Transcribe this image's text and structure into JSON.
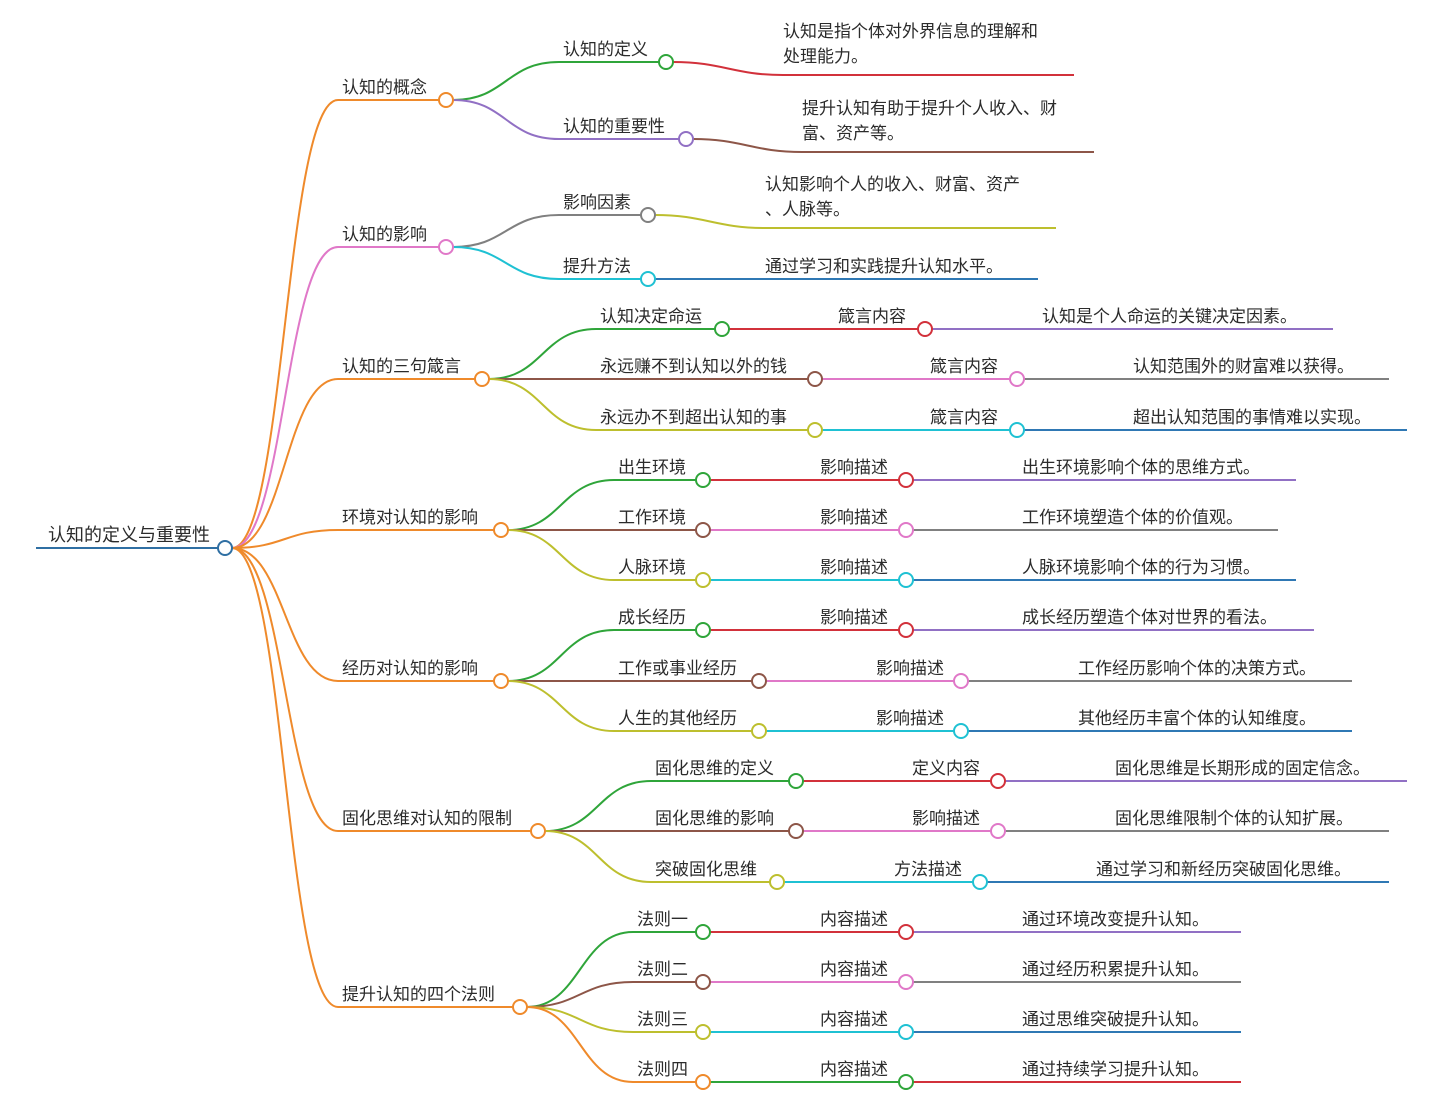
{
  "root": {
    "label": "认知的定义与重要性",
    "color": "#2f6fa3",
    "children": [
      {
        "label": "认知的概念",
        "color": "#ef8a2b",
        "children": [
          {
            "label": "认知的定义",
            "color": "#2fa53a",
            "children": [
              {
                "label": "认知是指个体对外界信息的理解和\n处理能力。",
                "color": "#d2313b"
              }
            ]
          },
          {
            "label": "认知的重要性",
            "color": "#9170c4",
            "children": [
              {
                "label": "提升认知有助于提升个人收入、财\n富、资产等。",
                "color": "#8d5648"
              }
            ]
          }
        ]
      },
      {
        "label": "认知的影响",
        "color": "#e078c8",
        "children": [
          {
            "label": "影响因素",
            "color": "#808080",
            "children": [
              {
                "label": "认知影响个人的收入、财富、资产\n、人脉等。",
                "color": "#bdbf2e"
              }
            ]
          },
          {
            "label": "提升方法",
            "color": "#1fc1d3",
            "children": [
              {
                "label": "通过学习和实践提升认知水平。",
                "color": "#2f78b4"
              }
            ]
          }
        ]
      },
      {
        "label": "认知的三句箴言",
        "color": "#ef8a2b",
        "children": [
          {
            "label": "认知决定命运",
            "color": "#2fa53a",
            "children": [
              {
                "label": "箴言内容",
                "color": "#d2313b",
                "children": [
                  {
                    "label": "认知是个人命运的关键决定因素。",
                    "color": "#9170c4"
                  }
                ]
              }
            ]
          },
          {
            "label": "永远赚不到认知以外的钱",
            "color": "#8d5648",
            "children": [
              {
                "label": "箴言内容",
                "color": "#e078c8",
                "children": [
                  {
                    "label": "认知范围外的财富难以获得。",
                    "color": "#808080"
                  }
                ]
              }
            ]
          },
          {
            "label": "永远办不到超出认知的事",
            "color": "#bdbf2e",
            "children": [
              {
                "label": "箴言内容",
                "color": "#1fc1d3",
                "children": [
                  {
                    "label": "超出认知范围的事情难以实现。",
                    "color": "#2f78b4"
                  }
                ]
              }
            ]
          }
        ]
      },
      {
        "label": "环境对认知的影响",
        "color": "#ef8a2b",
        "children": [
          {
            "label": "出生环境",
            "color": "#2fa53a",
            "children": [
              {
                "label": "影响描述",
                "color": "#d2313b",
                "children": [
                  {
                    "label": "出生环境影响个体的思维方式。",
                    "color": "#9170c4"
                  }
                ]
              }
            ]
          },
          {
            "label": "工作环境",
            "color": "#8d5648",
            "children": [
              {
                "label": "影响描述",
                "color": "#e078c8",
                "children": [
                  {
                    "label": "工作环境塑造个体的价值观。",
                    "color": "#808080"
                  }
                ]
              }
            ]
          },
          {
            "label": "人脉环境",
            "color": "#bdbf2e",
            "children": [
              {
                "label": "影响描述",
                "color": "#1fc1d3",
                "children": [
                  {
                    "label": "人脉环境影响个体的行为习惯。",
                    "color": "#2f78b4"
                  }
                ]
              }
            ]
          }
        ]
      },
      {
        "label": "经历对认知的影响",
        "color": "#ef8a2b",
        "children": [
          {
            "label": "成长经历",
            "color": "#2fa53a",
            "children": [
              {
                "label": "影响描述",
                "color": "#d2313b",
                "children": [
                  {
                    "label": "成长经历塑造个体对世界的看法。",
                    "color": "#9170c4"
                  }
                ]
              }
            ]
          },
          {
            "label": "工作或事业经历",
            "color": "#8d5648",
            "children": [
              {
                "label": "影响描述",
                "color": "#e078c8",
                "children": [
                  {
                    "label": "工作经历影响个体的决策方式。",
                    "color": "#808080"
                  }
                ]
              }
            ]
          },
          {
            "label": "人生的其他经历",
            "color": "#bdbf2e",
            "children": [
              {
                "label": "影响描述",
                "color": "#1fc1d3",
                "children": [
                  {
                    "label": "其他经历丰富个体的认知维度。",
                    "color": "#2f78b4"
                  }
                ]
              }
            ]
          }
        ]
      },
      {
        "label": "固化思维对认知的限制",
        "color": "#ef8a2b",
        "children": [
          {
            "label": "固化思维的定义",
            "color": "#2fa53a",
            "children": [
              {
                "label": "定义内容",
                "color": "#d2313b",
                "children": [
                  {
                    "label": "固化思维是长期形成的固定信念。",
                    "color": "#9170c4"
                  }
                ]
              }
            ]
          },
          {
            "label": "固化思维的影响",
            "color": "#8d5648",
            "children": [
              {
                "label": "影响描述",
                "color": "#e078c8",
                "children": [
                  {
                    "label": "固化思维限制个体的认知扩展。",
                    "color": "#808080"
                  }
                ]
              }
            ]
          },
          {
            "label": "突破固化思维",
            "color": "#bdbf2e",
            "children": [
              {
                "label": "方法描述",
                "color": "#1fc1d3",
                "children": [
                  {
                    "label": "通过学习和新经历突破固化思维。",
                    "color": "#2f78b4"
                  }
                ]
              }
            ]
          }
        ]
      },
      {
        "label": "提升认知的四个法则",
        "color": "#ef8a2b",
        "children": [
          {
            "label": "法则一",
            "color": "#2fa53a",
            "children": [
              {
                "label": "内容描述",
                "color": "#d2313b",
                "children": [
                  {
                    "label": "通过环境改变提升认知。",
                    "color": "#9170c4"
                  }
                ]
              }
            ]
          },
          {
            "label": "法则二",
            "color": "#8d5648",
            "children": [
              {
                "label": "内容描述",
                "color": "#e078c8",
                "children": [
                  {
                    "label": "通过经历积累提升认知。",
                    "color": "#808080"
                  }
                ]
              }
            ]
          },
          {
            "label": "法则三",
            "color": "#bdbf2e",
            "children": [
              {
                "label": "内容描述",
                "color": "#1fc1d3",
                "children": [
                  {
                    "label": "通过思维突破提升认知。",
                    "color": "#2f78b4"
                  }
                ]
              }
            ]
          },
          {
            "label": "法则四",
            "color": "#ef8a2b",
            "children": [
              {
                "label": "内容描述",
                "color": "#2fa53a",
                "children": [
                  {
                    "label": "通过持续学习提升认知。",
                    "color": "#d2313b"
                  }
                ]
              }
            ]
          }
        ]
      }
    ]
  }
}
